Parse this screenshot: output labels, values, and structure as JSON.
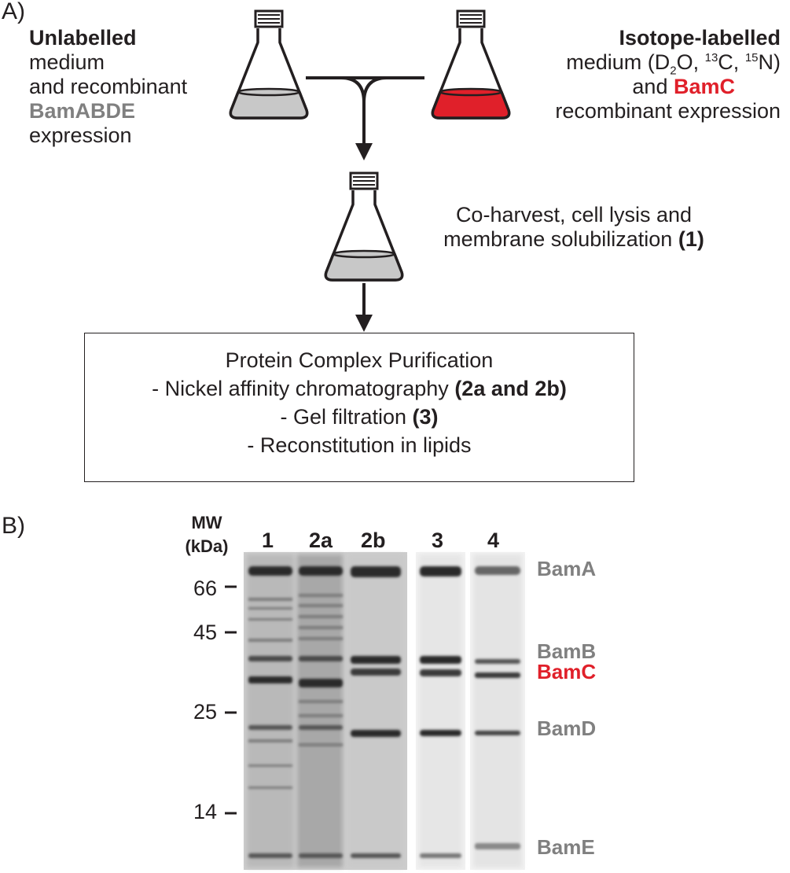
{
  "panel_a": {
    "label": "A)",
    "left_text": {
      "line1": "Unlabelled",
      "line2": "medium",
      "line3": "and recombinant",
      "line4": "BamABDE",
      "line5": "expression"
    },
    "right_text": {
      "line1": "Isotope-labelled",
      "line2_pre": "medium (D",
      "line2_sub": "2",
      "line2_mid1": "O, ",
      "line2_sup1": "13",
      "line2_mid2": "C, ",
      "line2_sup2": "15",
      "line2_post": "N)",
      "line3_pre": "and ",
      "line3_red": "BamC",
      "line4": "recombinant expression"
    },
    "harvest_text": {
      "line1": "Co-harvest, cell lysis and",
      "line2_pre": "membrane solubilization ",
      "line2_bold": "(1)"
    },
    "purification": {
      "title": "Protein Complex Purification",
      "step1_pre": "- Nickel affinity chromatography ",
      "step1_bold": "(2a and 2b)",
      "step2_pre": "- Gel filtration ",
      "step2_bold": "(3)",
      "step3": "- Reconstitution in lipids"
    },
    "colors": {
      "unlabelled_medium": "#c8c8c8",
      "labelled_medium": "#e0202a",
      "line": "#231f20"
    }
  },
  "panel_b": {
    "label": "B)",
    "mw_header_line1": "MW",
    "mw_header_line2": "(kDa)",
    "mw_markers": [
      "66",
      "45",
      "25",
      "14"
    ],
    "lanes": [
      "1",
      "2a",
      "2b",
      "3",
      "4"
    ],
    "bands": [
      "BamA",
      "BamB",
      "BamC",
      "BamD",
      "BamE"
    ],
    "colors": {
      "band_label": "#808080",
      "bamc_label": "#e0202a"
    }
  }
}
